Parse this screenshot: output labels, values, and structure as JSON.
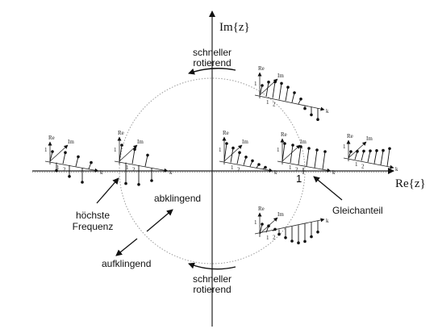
{
  "axes": {
    "imag_label": "Im{z}",
    "real_label": "Re{z}",
    "unit_tick": "1"
  },
  "annotations": {
    "faster_top_1": "schneller",
    "faster_top_2": "rotierend",
    "faster_bottom_1": "schneller",
    "faster_bottom_2": "rotierend",
    "decaying": "abklingend",
    "growing": "aufklingend",
    "highest_1": "höchste",
    "highest_2": "Frequenz",
    "dc": "Gleichanteil"
  },
  "insets": [
    {
      "id": "upper-right",
      "re": "Re",
      "im": "Im",
      "k": "k",
      "one": "1",
      "t1": "1",
      "t2": "2"
    },
    {
      "id": "far-left",
      "re": "Re",
      "im": "Im",
      "k": "k",
      "one": "1",
      "t1": "1",
      "t2": "2"
    },
    {
      "id": "left-circle",
      "re": "Re",
      "im": "Im",
      "k": "k",
      "one": "1",
      "t1": "1",
      "t2": "2"
    },
    {
      "id": "center",
      "re": "Re",
      "im": "Im",
      "k": "k",
      "one": "1",
      "t1": "1",
      "t2": "2"
    },
    {
      "id": "dc",
      "re": "Re",
      "im": "Im",
      "k": "k",
      "one": "1",
      "t1": "1",
      "t2": "2"
    },
    {
      "id": "far-right",
      "re": "Re",
      "im": "Im",
      "k": "k",
      "one": "1",
      "t1": "1",
      "t2": "2"
    },
    {
      "id": "lower-right",
      "re": "Re",
      "im": "Im",
      "k": "k",
      "one": "1",
      "t1": "1",
      "t2": "2"
    }
  ]
}
